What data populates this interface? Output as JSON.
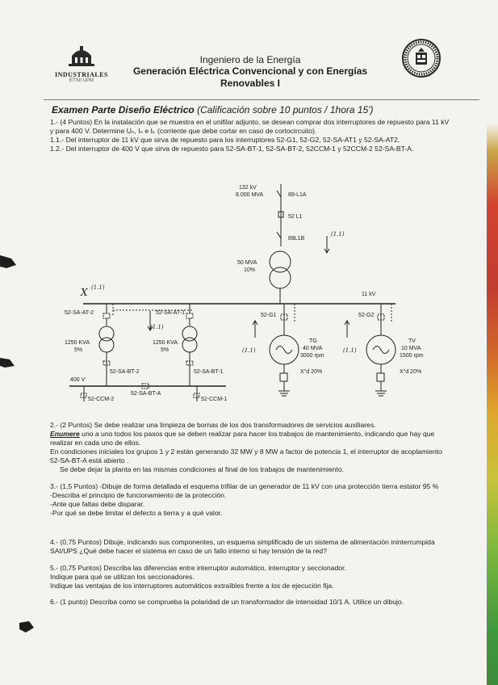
{
  "header": {
    "logo_text": "INDUSTRIALES",
    "logo_subtext": "ETSII UPM",
    "line1": "Ingeniero de la Energía",
    "line2": "Generación Eléctrica Convencional y con Energías",
    "line3": "Renovables I"
  },
  "exam": {
    "title": "Examen Parte Diseño Eléctrico",
    "subtitle": "(Calificación sobre 10 puntos / 1hora 15')"
  },
  "q1": {
    "intro": "1.- (4 Puntos) En la instalación que se muestra en el unifilar adjunto, se desean comprar dos interruptores de repuesto para 11 kV y para 400 V. Determine Uₙ, Iₙ e Iₖ (corriente que debe cortar en caso de cortocircuito).",
    "item1": "1.1.- Del interruptor de 11 kV que sirva de repuesto para los interruptores 52-G1, 52-G2, 52-SA-AT1 y 52-SA-AT2.",
    "item2": "1.2.- Del interruptor de 400 V que sirva de repuesto para 52-SA-BT-1, 52-SA-BT-2, 52CCM-1 y 52CCM-2 52-SA-BT-A."
  },
  "diagram": {
    "grid_voltage": "132  kV",
    "grid_power": "8.000 MVA",
    "sw_top": "89-L1A",
    "brk_line": "52 L1",
    "sw_bottom": "89L1B",
    "tr_main_power": "50 MVA",
    "tr_main_z": "10%",
    "bus_11kv": "11  kV",
    "brk_at2": "52-SA-AT-2",
    "brk_at1": "52-SA-AT-1",
    "brk_g1": "52-G1",
    "brk_g2": "52-G2",
    "tr_aux1_power": "1250 KVA",
    "tr_aux1_z": "5%",
    "tr_aux2_power": "1250 KVA",
    "tr_aux2_z": "5%",
    "brk_bt2": "52-SA-BT-2",
    "brk_bt1": "52-SA-BT-1",
    "bus_400v": "400 V",
    "brk_bta": "52-SA-BT-A",
    "brk_ccm2": "52-CCM-2",
    "brk_ccm1": "52-CCM-1",
    "gen_tg_name": "TG",
    "gen_tg_power": "40 MVA",
    "gen_tg_speed": "3000 rpm",
    "gen_tg_x": "X''d 20%",
    "gen_tv_name": "TV",
    "gen_tv_power": "10 MVA",
    "gen_tv_speed": "1500 rpm",
    "gen_tv_x": "X''d 20%",
    "hw_x": "X",
    "hw_mark": "(1.1)"
  },
  "q2": {
    "intro": "2.- (2 Puntos) Se debe realizar una limpieza de bornas de los dos transformadores de servicios auxiliares.",
    "enumere": "Enumere",
    "line2": " uno a uno todos los pasos que se deben realizar para hacer los trabajos de mantenimiento, indicando que hay que realizar en cada uno de ellos.",
    "line3": "En condiciones iniciales los grupos 1 y 2 están generando 32 MW y 8 MW a factor de potencia 1, el interruptor de acoplamiento 52-SA-BT-A está abierto .",
    "line4": "Se debe dejar la planta en las mismas condiciones al final de los trabajos de mantenimiento."
  },
  "q3": {
    "intro": "3.- (1,5 Puntos) -Dibuje de forma detallada el esquema trifilar de un generador de 11 kV con una protección tierra estator 95 %",
    "a": "-Describa el principio de funcionamiento de la protección.",
    "b": "-Ante que faltas debe disparar.",
    "c": "-Por qué se debe limitar el defecto a tierra y a qué valor."
  },
  "q4": {
    "text": "4.- (0,75 Puntos) Dibuje, indicando sus componentes, un esquema simplificado de un sistema de alimentación ininterrumpida SAI/UPS ¿Qué debe hacer el sistema en caso de un fallo interno si hay tensión de la red?"
  },
  "q5": {
    "intro": "5.- (0,75 Puntos) Describa las diferencias entre interruptor automático, interruptor y seccionador.",
    "a": "Indique para qué se utilizan los seccionadores.",
    "b": "Indique las ventajas de los interruptores automáticos extraíbles frente a los de ejecución fija."
  },
  "q6": {
    "text": "6.- (1 punto) Describa como se comprueba la polaridad de un transformador de intensidad 10/1 A. Utilice un dibujo."
  }
}
